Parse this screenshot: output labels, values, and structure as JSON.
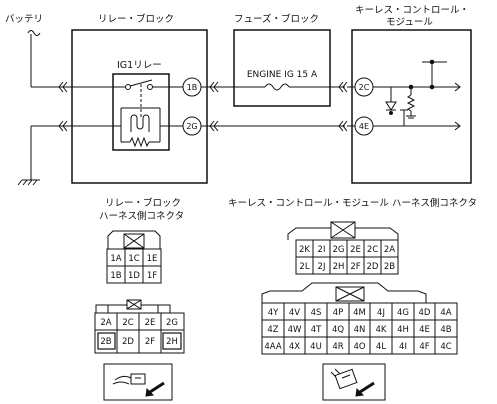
{
  "labels": {
    "battery": "バッテリ",
    "relay_block": "リレー・ブロック",
    "fuse_block": "フューズ・ブロック",
    "keyless_module_line1": "キーレス・コントロール・",
    "keyless_module_line2": "モジュール",
    "ig1_relay": "IG1リレー",
    "fuse_name": "ENGINE IG 15 A",
    "pin_1b": "1B",
    "pin_2g": "2G",
    "pin_2c": "2C",
    "pin_4e": "4E",
    "relay_connector_title_line1": "リレー・ブロック",
    "relay_connector_title_line2": "ハーネス側コネクタ",
    "keyless_connector_title": "キーレス・コントロール・モジュール ハーネス側コネクタ"
  },
  "relay_connector_small": {
    "row1": [
      "1A",
      "1C",
      "1E"
    ],
    "row2": [
      "1B",
      "1D",
      "1F"
    ]
  },
  "relay_connector_large": {
    "row1": [
      "2A",
      "2C",
      "2E",
      "2G"
    ],
    "row2": [
      "2B",
      "2D",
      "2F",
      "2H"
    ]
  },
  "keyless_connector_small": {
    "row1": [
      "2K",
      "2I",
      "2G",
      "2E",
      "2C",
      "2A"
    ],
    "row2": [
      "2L",
      "2J",
      "2H",
      "2F",
      "2D",
      "2B"
    ]
  },
  "keyless_connector_large": {
    "row1": [
      "4Y",
      "4V",
      "4S",
      "4P",
      "4M",
      "4J",
      "4G",
      "4D",
      "4A"
    ],
    "row2": [
      "4Z",
      "4W",
      "4T",
      "4Q",
      "4N",
      "4K",
      "4H",
      "4E",
      "4B"
    ],
    "row3": [
      "4AA",
      "4X",
      "4U",
      "4R",
      "4O",
      "4L",
      "4I",
      "4F",
      "4C"
    ]
  }
}
